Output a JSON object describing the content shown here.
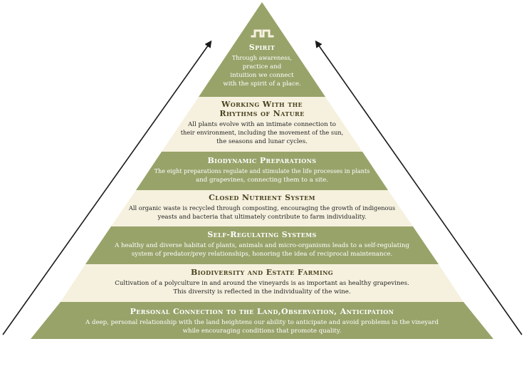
{
  "colors": {
    "olive": "#98a36a",
    "cream": "#f6f1df",
    "title_on_olive": "#ffffff",
    "title_on_cream": "#4a4320",
    "body_on_olive": "#ffffff",
    "body_on_cream": "#1f1f1f",
    "arrow": "#1a1a1a",
    "symbol": "#f6f1df"
  },
  "symbol_icon": "biodynamic-spirit-glyph",
  "tiers": [
    {
      "title": "Spirit",
      "lines": [
        "Through awareness,",
        "practice and",
        "intuition we connect",
        "with the spirit of a place."
      ],
      "fill": "olive"
    },
    {
      "title_lines": [
        "Working With the",
        "Rhythms of Nature"
      ],
      "lines": [
        "All plants evolve with an intimate connection to",
        "their environment, including the movement of the sun,",
        "the seasons and lunar cycles."
      ],
      "fill": "cream"
    },
    {
      "title": "Biodynamic Preparations",
      "lines": [
        "The eight preparations regulate and stimulate the life processes in plants",
        "and grapevines, connecting them to a site."
      ],
      "fill": "olive"
    },
    {
      "title": "Closed Nutrient System",
      "lines": [
        "All organic waste is recycled through composting, encouraging the growth of indigenous",
        "yeasts and bacteria that ultimately contribute to farm individuality."
      ],
      "fill": "cream"
    },
    {
      "title": "Self-Regulating Systems",
      "lines": [
        "A healthy and diverse habitat of plants, animals and micro-organisms leads to a self-regulating",
        "system of predator/prey relationships, honoring the idea of reciprocal maintenance."
      ],
      "fill": "olive"
    },
    {
      "title": "Biodiversity and Estate Farming",
      "lines": [
        "Cultivation of a polyculture in and around the vineyards is as important as healthy grapevines.",
        "This diversity is reflected in the individuality of the wine."
      ],
      "fill": "cream"
    },
    {
      "title": "Personal Connection to the Land,Observation, Anticipation",
      "lines": [
        "A deep, personal relationship with the land heightens our ability to anticipate and avoid problems in the vineyard",
        "while encouraging conditions that promote quality."
      ],
      "fill": "olive"
    }
  ]
}
